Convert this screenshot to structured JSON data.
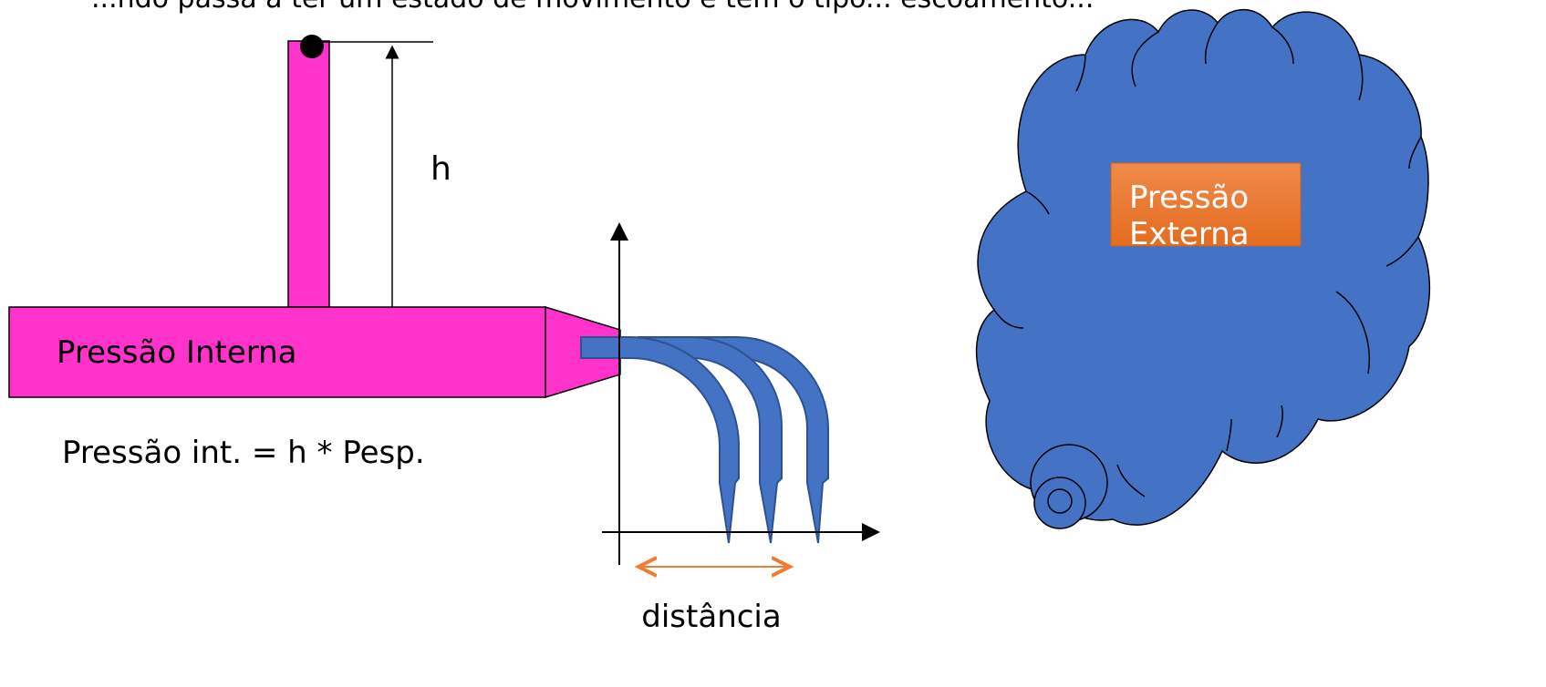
{
  "header_text": "...ndo passa a ter um estado de movimento e tem o tipo... escoamento...",
  "labels": {
    "height": "h",
    "internal_pressure": "Pressão Interna",
    "formula": "Pressão int. = h * Pesp.",
    "distance": "distância",
    "external_pressure_line1": "Pressão",
    "external_pressure_line2": "Externa"
  },
  "colors": {
    "tank": "#FF33CC",
    "jet": "#4472C4",
    "jet_stroke": "#2F528F",
    "cloud": "#4472C4",
    "external_box_top": "#F08A4B",
    "external_box_bottom": "#E46C1F",
    "distance_arrow": "#ED7D31",
    "text": "#000000",
    "external_text": "#FFFFFF"
  },
  "jets": [
    {
      "name": "jet-1"
    },
    {
      "name": "jet-2"
    },
    {
      "name": "jet-3"
    }
  ]
}
